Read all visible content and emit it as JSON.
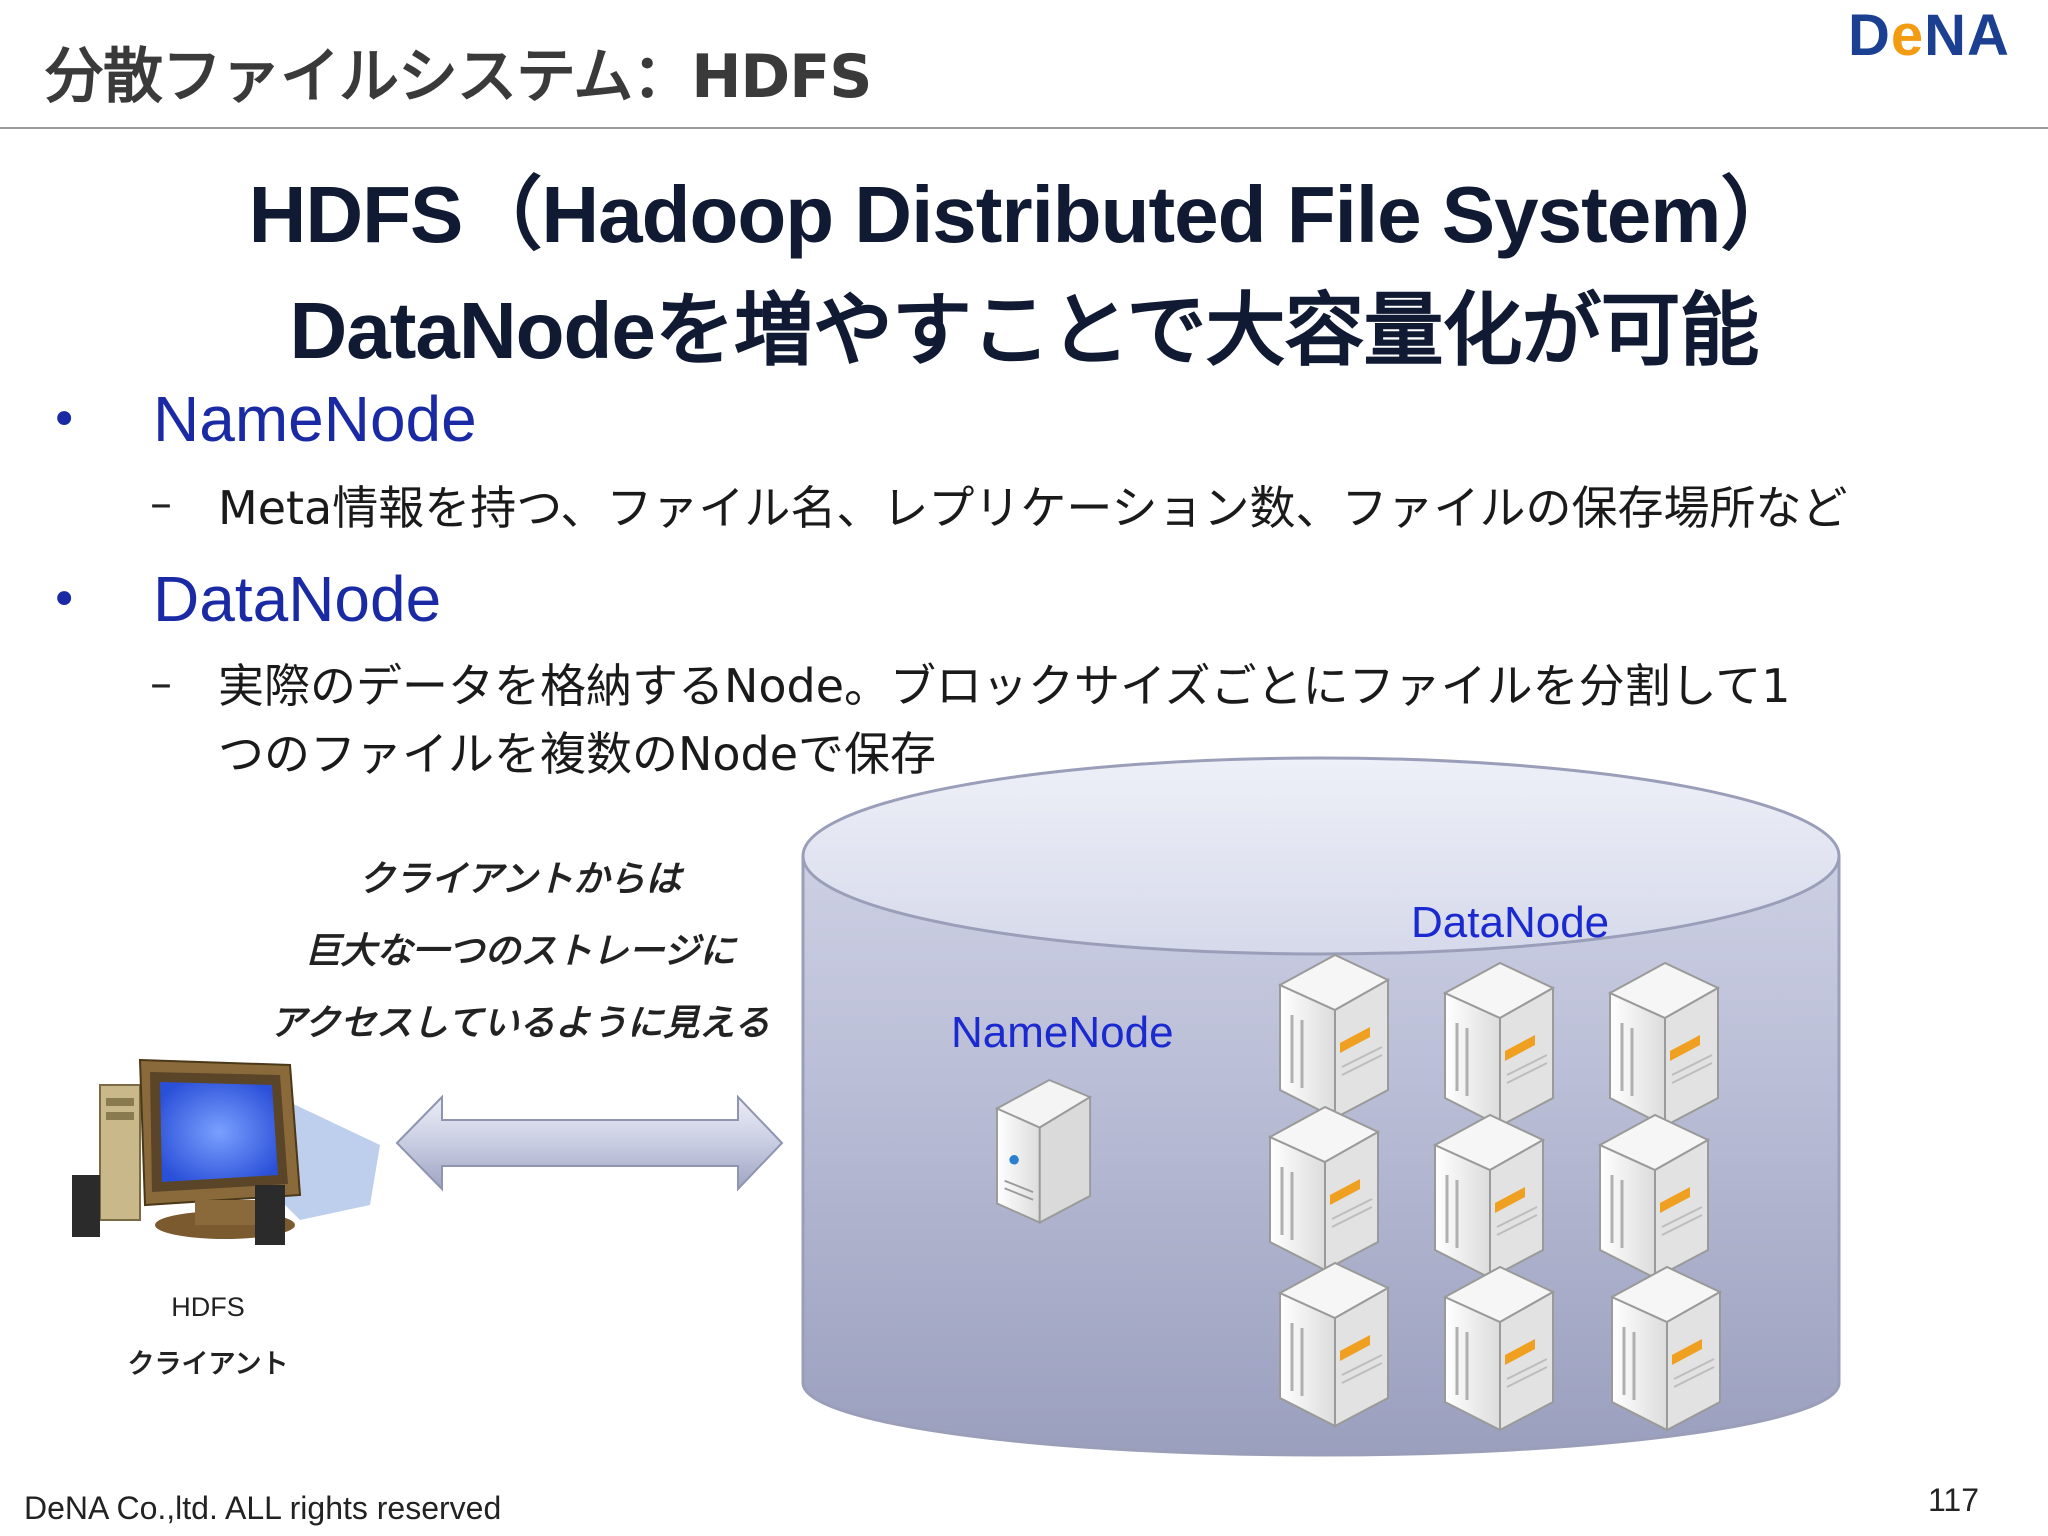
{
  "header": {
    "title": "分散ファイルシステム：HDFS",
    "logo_text": "DeNA"
  },
  "headline": {
    "line1": "HDFS（Hadoop Distributed File System）",
    "line2": "DataNodeを増やすことで大容量化が可能"
  },
  "bullets": [
    {
      "title": "NameNode",
      "sub_lines": [
        "Meta情報を持つ、ファイル名、レプリケーション数、ファイルの保存場所など"
      ]
    },
    {
      "title": "DataNode",
      "sub_lines": [
        "実際のデータを格納するNode。ブロックサイズごとにファイルを分割して1",
        "つのファイルを複数のNodeで保存"
      ]
    }
  ],
  "diagram": {
    "caption_lines": [
      "クライアントからは",
      "巨大な一つのストレージに",
      "アクセスしているように見える"
    ],
    "namenode_label": "NameNode",
    "datanode_label": "DataNode",
    "client_label_line1": "HDFS",
    "client_label_line2": "クライアント",
    "datanode_count": 9
  },
  "footer": {
    "copyright": "DeNA Co.,ltd. ALL rights reserved",
    "page_number": "117"
  },
  "colors": {
    "accent_blue": "#1a2aa5",
    "node_label_blue": "#1a2ad0",
    "logo_blue": "#1b3f91",
    "logo_orange": "#f39c12",
    "cylinder_top": "#dcdff0",
    "cylinder_body": "#a9adc9"
  }
}
